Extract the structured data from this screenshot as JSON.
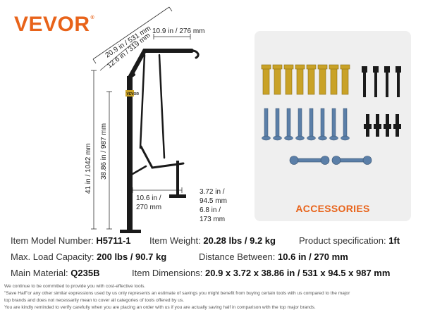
{
  "brand": {
    "name": "VEVOR",
    "mark": "®"
  },
  "dimensions": {
    "top_length": "20.9 in / 531 mm",
    "arm_length": "12.6 in / 319 mm",
    "rail_top": "10.9 in / 276 mm",
    "total_height": "41 in / 1042 mm",
    "post_height": "38.86 in / 987 mm",
    "spacing_1": "10.6 in /",
    "spacing_2": "270 mm",
    "base_1": "3.72 in /",
    "base_2": "94.5 mm",
    "foot_1": "6.8 in /",
    "foot_2": "173 mm",
    "sticker": "VEVOR"
  },
  "accessories": {
    "label": "ACCESSORIES"
  },
  "specs": {
    "model_label": "Item Model Number:",
    "model_value": "H5711-1",
    "weight_label": "Item Weight:",
    "weight_value": "20.28 lbs / 9.2 kg",
    "prodspec_label": "Product specification:",
    "prodspec_value": "1ft",
    "load_label": "Max. Load Capacity:",
    "load_value": "200 lbs / 90.7 kg",
    "distance_label": "Distance Between:",
    "distance_value": "10.6 in / 270 mm",
    "material_label": "Main Material:",
    "material_value": "Q235B",
    "itemdim_label": "Item Dimensions:",
    "itemdim_value": "20.9 x 3.72 x 38.86 in / 531 x 94.5 x 987 mm"
  },
  "disclaimer": [
    "We continue to be committed to provide you with cost-effective tools.",
    "\"Save Half\"or any other similar expressions used by us only represents an estimate of savings you might benefit from buying certain tools with us compared to the major",
    "top brands and does not necessarily mean to cover all categories of tools offered by us.",
    "You are kindly reminded to verify carefully when you are placing an order with us if you are actually saving half in comparison with the top major brands."
  ],
  "colors": {
    "brand": "#e8631a",
    "panel": "#efefef",
    "metal": "#1a1a1a",
    "gold": "#c9a227",
    "blue": "#5b7fa8"
  }
}
